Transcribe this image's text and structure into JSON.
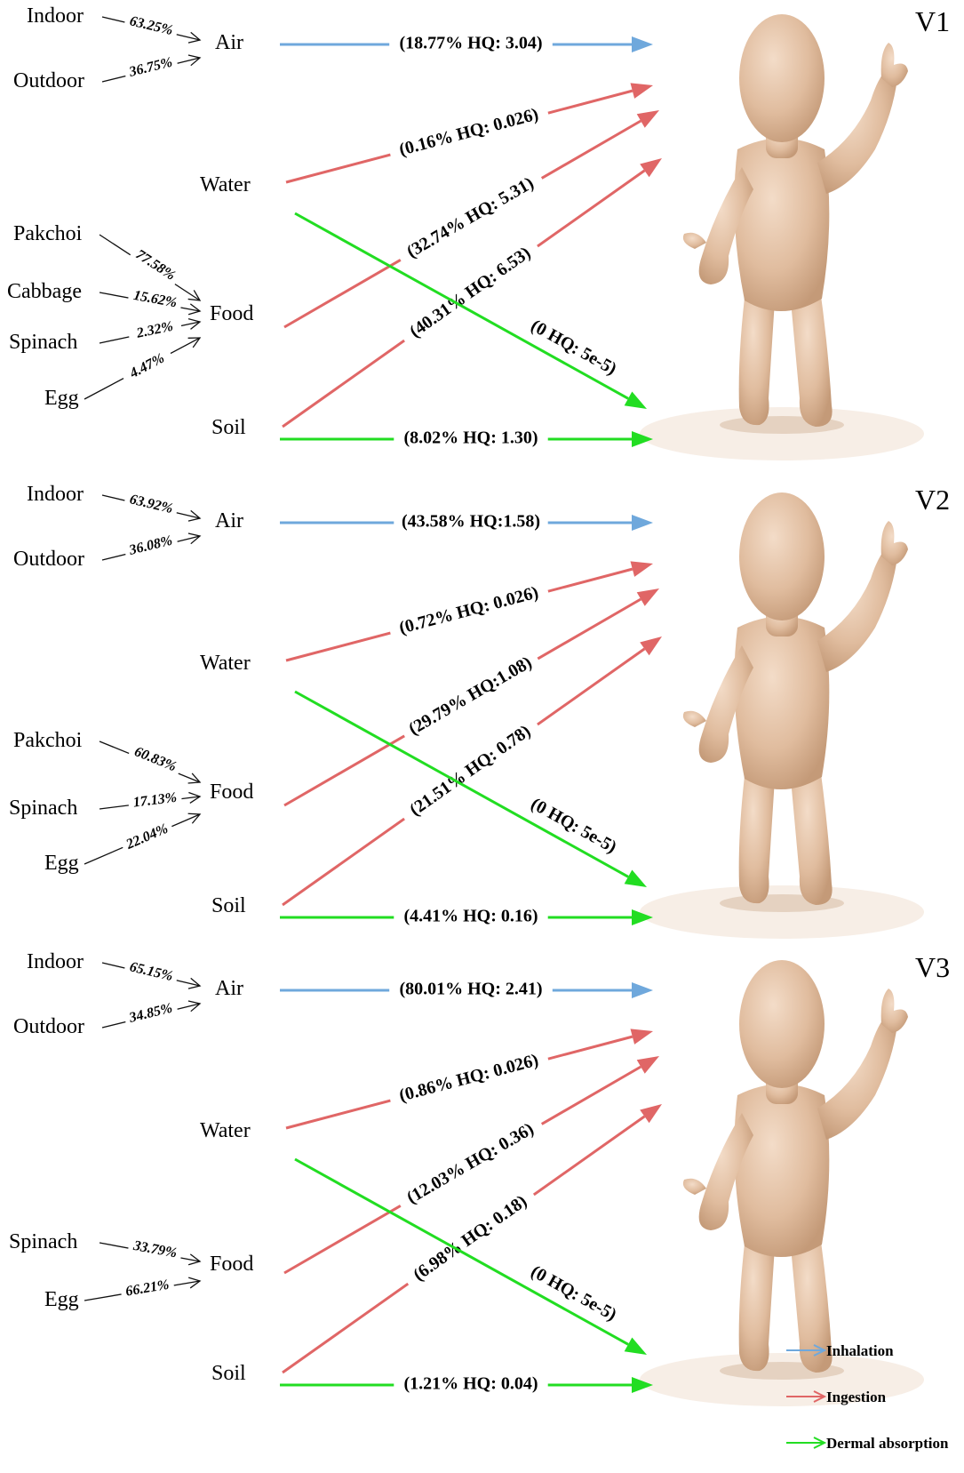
{
  "colors": {
    "inhalation": "#6fa8dc",
    "ingestion": "#e06666",
    "dermal": "#22dd22",
    "figure": "#e2c2a6",
    "figure_shade": "#c9a384"
  },
  "panels": [
    {
      "title": "V1",
      "air_label": "Air",
      "water_label": "Water",
      "food_label": "Food",
      "soil_label": "Soil",
      "air_sources": [
        {
          "name": "Indoor",
          "pct": "63.25%"
        },
        {
          "name": "Outdoor",
          "pct": "36.75%"
        }
      ],
      "food_sources": [
        {
          "name": "Pakchoi",
          "pct": "77.58%"
        },
        {
          "name": "Cabbage",
          "pct": "15.62%"
        },
        {
          "name": "Spinach",
          "pct": "2.32%"
        },
        {
          "name": "Egg",
          "pct": "4.47%"
        }
      ],
      "air_flow": "(18.77%  HQ: 3.04)",
      "water_ingestion": "(0.16%  HQ: 0.026)",
      "food_ingestion": "(32.74%  HQ: 5.31)",
      "soil_ingestion": "(40.31%  HQ: 6.53)",
      "water_dermal": "(0 HQ: 5e-5)",
      "soil_dermal": "(8.02%  HQ: 1.30)"
    },
    {
      "title": "V2",
      "air_label": "Air",
      "water_label": "Water",
      "food_label": "Food",
      "soil_label": "Soil",
      "air_sources": [
        {
          "name": "Indoor",
          "pct": "63.92%"
        },
        {
          "name": "Outdoor",
          "pct": "36.08%"
        }
      ],
      "food_sources": [
        {
          "name": "Pakchoi",
          "pct": "60.83%"
        },
        {
          "name": "Spinach",
          "pct": "17.13%"
        },
        {
          "name": "Egg",
          "pct": "22.04%"
        }
      ],
      "air_flow": "(43.58%  HQ:1.58)",
      "water_ingestion": "(0.72%  HQ: 0.026)",
      "food_ingestion": "(29.79%  HQ:1.08)",
      "soil_ingestion": "(21.51%  HQ: 0.78)",
      "water_dermal": "(0 HQ: 5e-5)",
      "soil_dermal": "(4.41%  HQ: 0.16)"
    },
    {
      "title": "V3",
      "air_label": "Air",
      "water_label": "Water",
      "food_label": "Food",
      "soil_label": "Soil",
      "air_sources": [
        {
          "name": "Indoor",
          "pct": "65.15%"
        },
        {
          "name": "Outdoor",
          "pct": "34.85%"
        }
      ],
      "food_sources": [
        {
          "name": "Spinach",
          "pct": "33.79%"
        },
        {
          "name": "Egg",
          "pct": "66.21%"
        }
      ],
      "air_flow": "(80.01%  HQ: 2.41)",
      "water_ingestion": "(0.86%  HQ: 0.026)",
      "food_ingestion": "(12.03%  HQ: 0.36)",
      "soil_ingestion": "(6.98%  HQ: 0.18)",
      "water_dermal": "(0 HQ: 5e-5)",
      "soil_dermal": "(1.21%  HQ: 0.04)"
    }
  ],
  "legend": {
    "inhalation": "Inhalation",
    "ingestion": "Ingestion",
    "dermal": "Dermal absorption"
  }
}
